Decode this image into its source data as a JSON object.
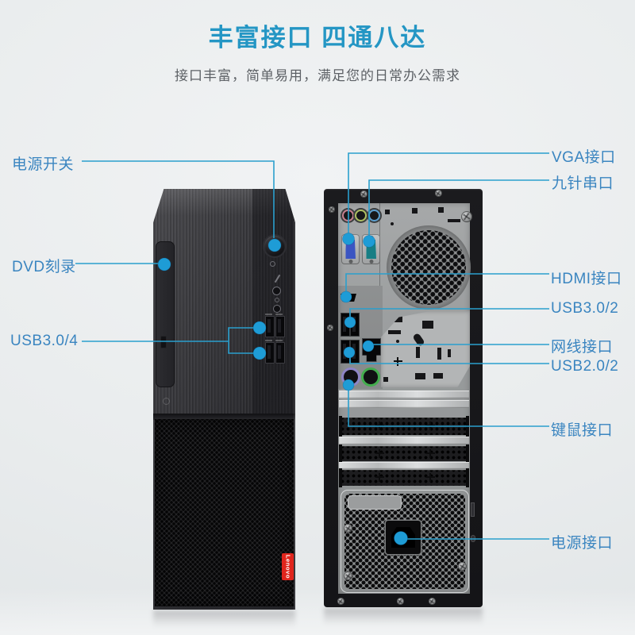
{
  "header": {
    "title": "丰富接口 四通八达",
    "subtitle": "接口丰富，简单易用，满足您的日常办公需求"
  },
  "labels": {
    "power_switch": "电源开关",
    "dvd_burner": "DVD刻录",
    "front_usb": "USB3.0/4",
    "vga": "VGA接口",
    "serial": "九针串口",
    "hdmi": "HDMI接口",
    "usb3": "USB3.0/2",
    "lan": "网线接口",
    "usb2": "USB2.0/2",
    "kb_mouse": "键鼠接口",
    "power_in": "电源接口"
  },
  "branding": {
    "logo_text": "Lenovo"
  },
  "colors": {
    "title": "#2496c4",
    "subtitle": "#5d6166",
    "label": "#3a85c0",
    "callout": "#2a9fcd",
    "marker": "#1e9cd6",
    "logo": "#e0251c"
  }
}
